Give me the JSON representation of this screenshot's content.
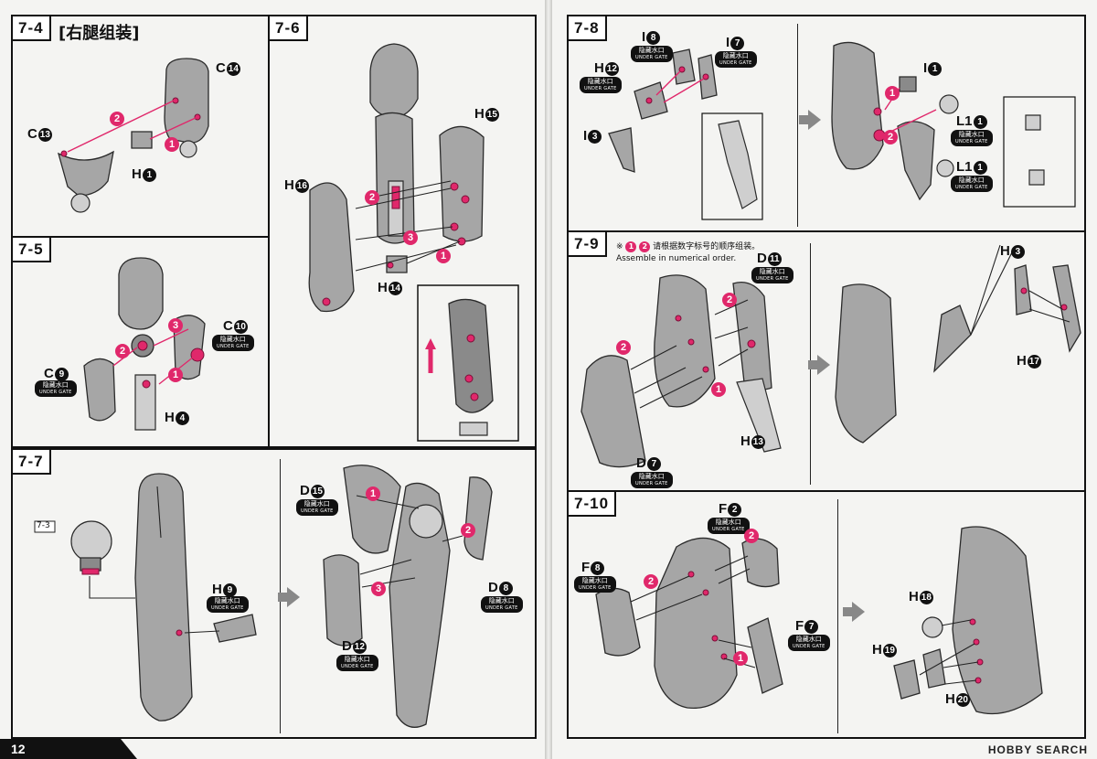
{
  "left_page": {
    "page_number": "12",
    "steps": [
      {
        "label": "7-4",
        "title": "[右腿组装]",
        "parts": [
          "C",
          "C",
          "H"
        ],
        "part_nums": [
          "14",
          "13",
          "1"
        ]
      },
      {
        "label": "7-5",
        "parts": [
          "C",
          "C",
          "H"
        ],
        "part_nums": [
          "10",
          "9",
          "4"
        ]
      },
      {
        "label": "7-6",
        "parts": [
          "H",
          "H",
          "H"
        ],
        "part_nums": [
          "15",
          "16",
          "14"
        ]
      },
      {
        "label": "7-7",
        "ref_label": "7-3",
        "parts": [
          "H",
          "D",
          "D",
          "D"
        ],
        "part_nums": [
          "9",
          "15",
          "8",
          "12"
        ]
      }
    ]
  },
  "right_page": {
    "steps": [
      {
        "label": "7-8",
        "parts": [
          "I",
          "I",
          "H",
          "I",
          "I",
          "L1",
          "L1"
        ],
        "part_nums": [
          "8",
          "7",
          "12",
          "3",
          "1",
          "1",
          "1"
        ]
      },
      {
        "label": "7-9",
        "note_cn": "请根据数字标号的顺序组装。",
        "note_prefix": "※",
        "note_en": "Assemble in numerical order.",
        "parts": [
          "D",
          "D",
          "H",
          "H",
          "H"
        ],
        "part_nums": [
          "11",
          "7",
          "13",
          "3",
          "17"
        ]
      },
      {
        "label": "7-10",
        "parts": [
          "F",
          "F",
          "F",
          "H",
          "H",
          "H"
        ],
        "part_nums": [
          "2",
          "8",
          "7",
          "18",
          "19",
          "20"
        ]
      }
    ],
    "watermark": "HOBBY SEARCH"
  },
  "gate": {
    "cn": "隐藏水口",
    "en": "UNDER GATE"
  },
  "order_nums": [
    "1",
    "2",
    "3"
  ],
  "colors": {
    "accent": "#e0286b",
    "part_gray": "#a6a6a6",
    "ink": "#111111"
  }
}
